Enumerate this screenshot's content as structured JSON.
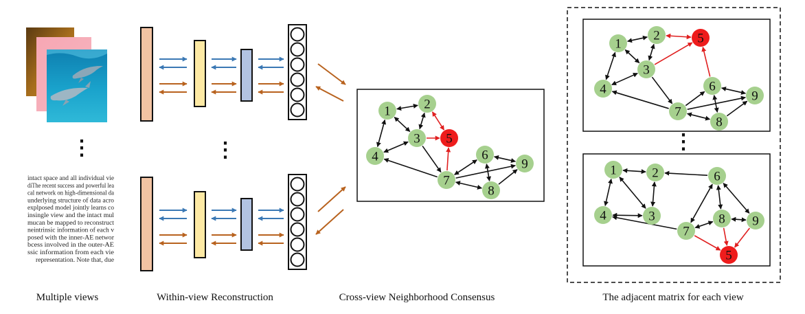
{
  "captions": {
    "multiple_views": "Multiple views",
    "within_view": "Within-view Reconstruction",
    "cross_view": "Cross-view Neighborhood Consensus",
    "adjacent_matrix": "The adjacent matrix for each view"
  },
  "document_lines": [
    "intact space and all individual vie",
    "diThe recent success and powerful lea",
    "cal network on high-dimensional da",
    "underlying structure of data acro",
    "explposed model jointly learns co",
    "insingle view and the intact mul",
    "mucan be mapped to reconstruct",
    "neintrinsic information of each v",
    "posed with the inner-AE networ",
    "bcess involved in the outer-AE",
    "ssic information from each vie",
    "representation. Note that, due"
  ],
  "ellipsis": "⋮",
  "colors": {
    "node_green": "#a6d08e",
    "node_red": "#ee1c1c",
    "red_edge": "#e01f1f",
    "blue_arrow": "#3a78b4",
    "orange_arrow": "#b8621e",
    "layer_orange": "#f2c3a3",
    "layer_yellow": "#fde9a4",
    "layer_blue": "#b2c3e2"
  },
  "graphs": {
    "consensus": {
      "nodes": [
        {
          "id": "1",
          "label": "1"
        },
        {
          "id": "2",
          "label": "2"
        },
        {
          "id": "3",
          "label": "3"
        },
        {
          "id": "4",
          "label": "4"
        },
        {
          "id": "5",
          "label": "5",
          "highlight": true
        },
        {
          "id": "6",
          "label": "6"
        },
        {
          "id": "7",
          "label": "7"
        },
        {
          "id": "8",
          "label": "8"
        },
        {
          "id": "9",
          "label": "9"
        }
      ]
    },
    "view_top": {
      "nodes": [
        {
          "id": "1",
          "label": "1"
        },
        {
          "id": "2",
          "label": "2"
        },
        {
          "id": "3",
          "label": "3"
        },
        {
          "id": "4",
          "label": "4"
        },
        {
          "id": "5",
          "label": "5",
          "highlight": true
        },
        {
          "id": "6",
          "label": "6"
        },
        {
          "id": "7",
          "label": "7"
        },
        {
          "id": "8",
          "label": "8"
        },
        {
          "id": "9",
          "label": "9"
        }
      ]
    },
    "view_bottom": {
      "nodes": [
        {
          "id": "1",
          "label": "1"
        },
        {
          "id": "2",
          "label": "2"
        },
        {
          "id": "3",
          "label": "3"
        },
        {
          "id": "4",
          "label": "4"
        },
        {
          "id": "5",
          "label": "5",
          "highlight": true
        },
        {
          "id": "6",
          "label": "6"
        },
        {
          "id": "7",
          "label": "7"
        },
        {
          "id": "8",
          "label": "8"
        },
        {
          "id": "9",
          "label": "9"
        }
      ]
    }
  }
}
